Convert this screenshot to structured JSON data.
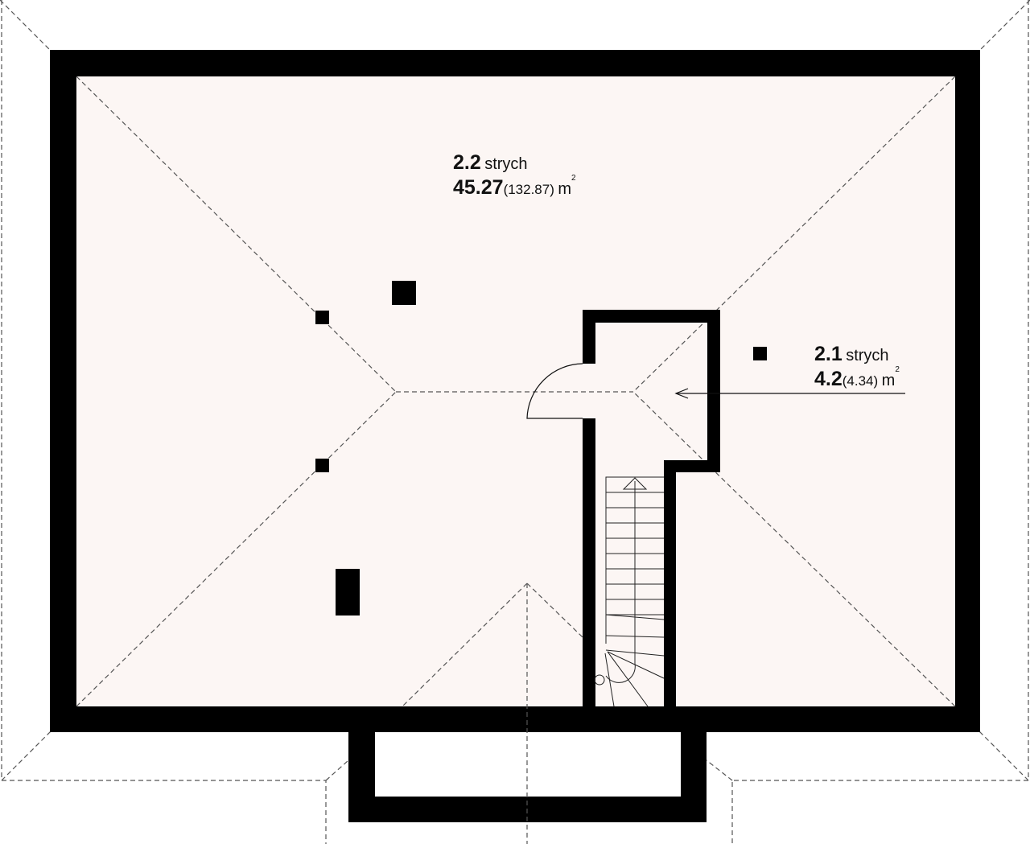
{
  "rooms": [
    {
      "number": "2.2",
      "name": "strych",
      "area": "45.27",
      "area_total": "(132.87)",
      "unit": "m",
      "unit_exp": "2"
    },
    {
      "number": "2.1",
      "name": "strych",
      "area": "4.2",
      "area_total": "(4.34)",
      "unit": "m",
      "unit_exp": "2"
    }
  ],
  "colors": {
    "floor": "#fcf6f4",
    "wall": "#000000",
    "dash": "#555555"
  }
}
